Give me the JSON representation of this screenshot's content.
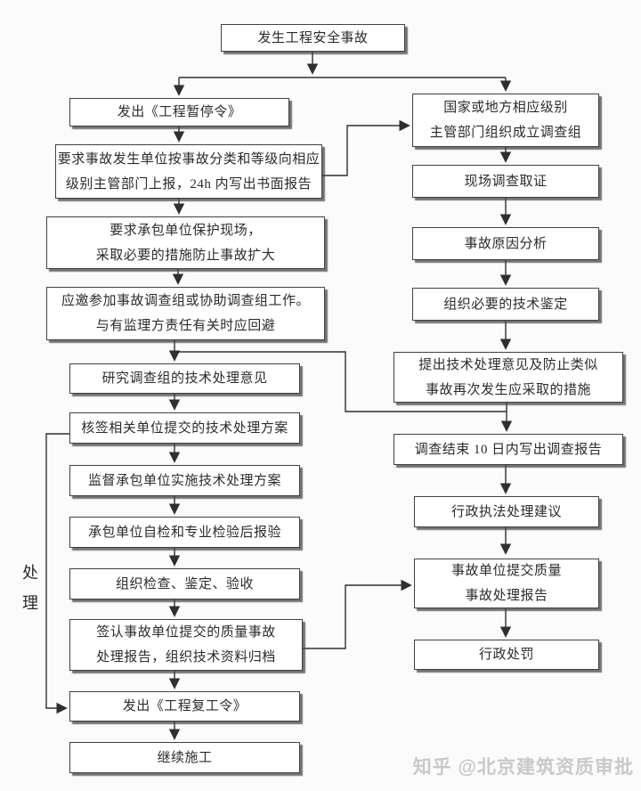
{
  "flowchart": {
    "section_label": "处理",
    "watermark": "知乎 @北京建筑资质审批",
    "line_color": "#2f2f2f",
    "nodes": {
      "accident_occurs": {
        "lines": [
          "发生工程安全事故"
        ]
      },
      "issue_suspension_order": {
        "lines": [
          "发出《工程暂停令》"
        ]
      },
      "report_to_authority": {
        "lines": [
          "要求事故发生单位按事故分类和等级向相应",
          "级别主管部门上报，24h 内写出书面报告"
        ]
      },
      "protect_site": {
        "lines": [
          "要求承包单位保护现场，",
          "采取必要的措施防止事故扩大"
        ]
      },
      "join_investigation": {
        "lines": [
          "应邀参加事故调查组或协助调查组工作。",
          "与有监理方责任有关时应回避"
        ]
      },
      "study_technical_opinions": {
        "lines": [
          "研究调查组的技术处理意见"
        ]
      },
      "countersign_technical_plan": {
        "lines": [
          "核签相关单位提交的技术处理方案"
        ]
      },
      "supervise_implementation": {
        "lines": [
          "监督承包单位实施技术处理方案"
        ]
      },
      "contractor_self_inspection": {
        "lines": [
          "承包单位自检和专业检验后报验"
        ]
      },
      "organize_inspection_acceptance": {
        "lines": [
          "组织检查、鉴定、验收"
        ]
      },
      "sign_accident_report_archive": {
        "lines": [
          "签认事故单位提交的质量事故",
          "处理报告，组织技术资料归档"
        ]
      },
      "issue_resume_order": {
        "lines": [
          "发出《工程复工令》"
        ]
      },
      "continue_construction": {
        "lines": [
          "继续施工"
        ]
      },
      "form_investigation_team": {
        "lines": [
          "国家或地方相应级别",
          "主管部门组织成立调查组"
        ]
      },
      "site_investigation": {
        "lines": [
          "现场调查取证"
        ]
      },
      "cause_analysis": {
        "lines": [
          "事故原因分析"
        ]
      },
      "technical_appraisal": {
        "lines": [
          "组织必要的技术鉴定"
        ]
      },
      "propose_technical_opinions": {
        "lines": [
          "提出技术处理意见及防止类似",
          "事故再次发生应采取的措施"
        ]
      },
      "investigation_report": {
        "lines": [
          "调查结束 10 日内写出调查报告"
        ]
      },
      "enforcement_suggestion": {
        "lines": [
          "行政执法处理建议"
        ]
      },
      "submit_quality_report": {
        "lines": [
          "事故单位提交质量",
          "事故处理报告"
        ]
      },
      "administrative_penalty": {
        "lines": [
          "行政处罚"
        ]
      }
    }
  }
}
